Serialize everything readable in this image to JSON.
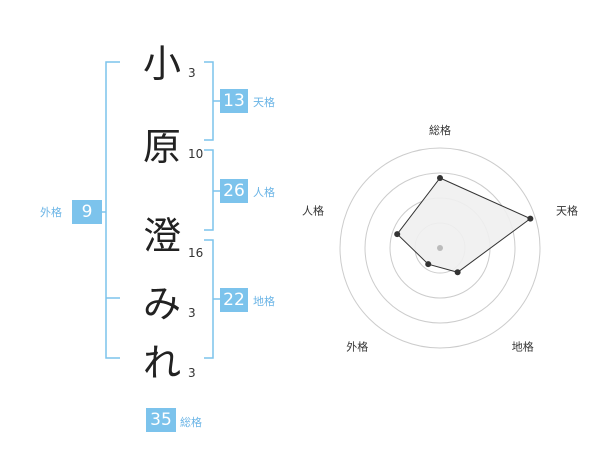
{
  "name_chars": [
    {
      "char": "小",
      "strokes": "3"
    },
    {
      "char": "原",
      "strokes": "10"
    },
    {
      "char": "澄",
      "strokes": "16"
    },
    {
      "char": "み",
      "strokes": "3"
    },
    {
      "char": "れ",
      "strokes": "3"
    }
  ],
  "fortunes": {
    "tenkaku": {
      "value": "13",
      "label": "天格"
    },
    "jinkaku": {
      "value": "26",
      "label": "人格"
    },
    "chikaku": {
      "value": "22",
      "label": "地格"
    },
    "gaikaku": {
      "value": "9",
      "label": "外格"
    },
    "soukaku": {
      "value": "35",
      "label": "総格"
    }
  },
  "radar": {
    "axes": [
      "総格",
      "天格",
      "地格",
      "外格",
      "人格"
    ],
    "levels": 4,
    "scores": [
      0.7,
      0.95,
      0.3,
      0.2,
      0.45
    ],
    "colors": {
      "grid": "#cccccc",
      "fill": "#f0f0f0",
      "line": "#333333",
      "point": "#333333",
      "center": "#bbbbbb"
    }
  },
  "colors": {
    "accent": "#7cc3ec",
    "bracket": "#7cc3ec"
  }
}
